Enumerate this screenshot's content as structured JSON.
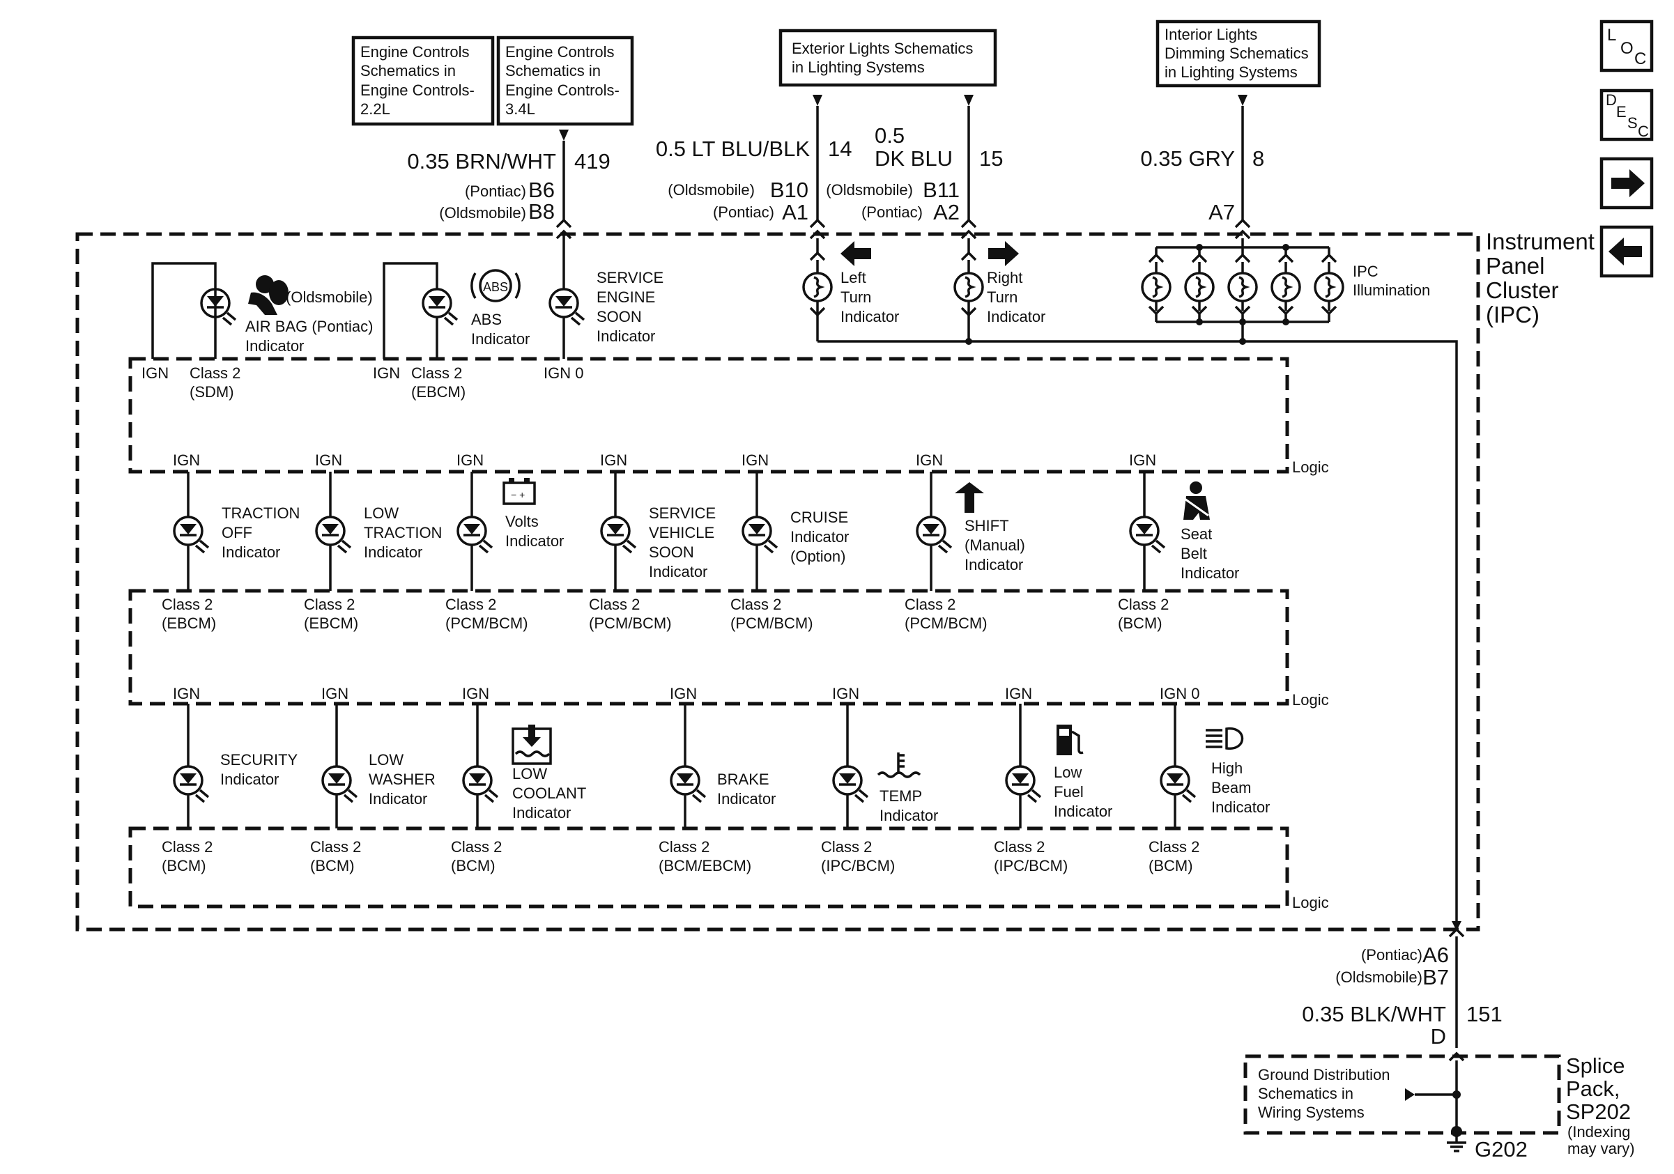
{
  "connectors": {
    "ec22": [
      "Engine Controls",
      "Schematics in",
      "Engine Controls-",
      "2.2L"
    ],
    "ec34": [
      "Engine Controls",
      "Schematics in",
      "Engine Controls-",
      "3.4L"
    ],
    "ext": [
      "Exterior Lights Schematics",
      "in Lighting Systems"
    ],
    "int": [
      "Interior Lights",
      "Dimming Schematics",
      "in Lighting Systems"
    ]
  },
  "wires": {
    "brn_wht": {
      "gauge": "0.35 BRN/WHT",
      "circuit": "419"
    },
    "lt_blu": {
      "gauge": "0.5 LT BLU/BLK",
      "circuit": "14"
    },
    "dk_blu": {
      "gauge_a": "0.5",
      "gauge_b": "DK BLU",
      "circuit": "15"
    },
    "gry": {
      "gauge": "0.35 GRY",
      "circuit": "8"
    },
    "blk_wht": {
      "gauge": "0.35 BLK/WHT",
      "circuit": "151"
    }
  },
  "pins": {
    "pontiac": "(Pontiac)",
    "oldsmobile": "(Oldsmobile)",
    "b6": "B6",
    "b8": "B8",
    "b10": "B10",
    "a1": "A1",
    "b11": "B11",
    "a2": "A2",
    "a7": "A7",
    "a6": "A6",
    "b7": "B7",
    "d": "D"
  },
  "ipc": {
    "title": [
      "Instrument",
      "Panel",
      "Cluster",
      "(IPC)"
    ]
  },
  "nav": {
    "loc_l": "L",
    "loc_o": "O",
    "loc_c": "C",
    "desc_d": "D",
    "desc_e": "E",
    "desc_s": "S",
    "desc_c": "C"
  },
  "top_row": {
    "airbag": {
      "a": "(Oldsmobile)",
      "b": "AIR BAG (Pontiac)",
      "c": "Indicator"
    },
    "abs": {
      "logo": "ABS",
      "a": "ABS",
      "b": "Indicator"
    },
    "ses": [
      "SERVICE",
      "ENGINE",
      "SOON",
      "Indicator"
    ],
    "left_turn": [
      "Left",
      "Turn",
      "Indicator"
    ],
    "right_turn": [
      "Right",
      "Turn",
      "Indicator"
    ],
    "ipc_illum": [
      "IPC",
      "Illumination"
    ],
    "ign": "IGN",
    "ign0": "IGN 0",
    "class2": "Class 2",
    "sdm": "(SDM)",
    "ebcm": "(EBCM)"
  },
  "logic_label": "Logic",
  "row2": [
    {
      "ign": "IGN",
      "label": [
        "TRACTION",
        "OFF",
        "Indicator"
      ],
      "class": "Class 2",
      "mod": "(EBCM)"
    },
    {
      "ign": "IGN",
      "label": [
        "LOW",
        "TRACTION",
        "Indicator"
      ],
      "class": "Class 2",
      "mod": "(EBCM)"
    },
    {
      "ign": "IGN",
      "label": [
        "Volts",
        "Indicator"
      ],
      "class": "Class 2",
      "mod": "(PCM/BCM)"
    },
    {
      "ign": "IGN",
      "label": [
        "SERVICE",
        "VEHICLE",
        "SOON",
        "Indicator"
      ],
      "class": "Class 2",
      "mod": "(PCM/BCM)"
    },
    {
      "ign": "IGN",
      "label": [
        "CRUISE",
        "Indicator",
        "(Option)"
      ],
      "class": "Class 2",
      "mod": "(PCM/BCM)"
    },
    {
      "ign": "IGN",
      "label": [
        "SHIFT",
        "(Manual)",
        "Indicator"
      ],
      "class": "Class 2",
      "mod": "(PCM/BCM)"
    },
    {
      "ign": "IGN",
      "label": [
        "Seat",
        "Belt",
        "Indicator"
      ],
      "class": "Class 2",
      "mod": "(BCM)"
    }
  ],
  "row3": [
    {
      "ign": "IGN",
      "label": [
        "SECURITY",
        "Indicator"
      ],
      "class": "Class 2",
      "mod": "(BCM)"
    },
    {
      "ign": "IGN",
      "label": [
        "LOW",
        "WASHER",
        "Indicator"
      ],
      "class": "Class 2",
      "mod": "(BCM)"
    },
    {
      "ign": "IGN",
      "label": [
        "LOW",
        "COOLANT",
        "Indicator"
      ],
      "class": "Class 2",
      "mod": "(BCM)"
    },
    {
      "ign": "IGN",
      "label": [
        "BRAKE",
        "Indicator"
      ],
      "class": "Class 2",
      "mod": "(BCM/EBCM)"
    },
    {
      "ign": "IGN",
      "label": [
        "TEMP",
        "Indicator"
      ],
      "class": "Class 2",
      "mod": "(IPC/BCM)"
    },
    {
      "ign": "IGN",
      "label": [
        "Low",
        "Fuel",
        "Indicator"
      ],
      "class": "Class 2",
      "mod": "(IPC/BCM)"
    },
    {
      "ign": "IGN 0",
      "label": [
        "High",
        "Beam",
        "Indicator"
      ],
      "class": "Class 2",
      "mod": "(BCM)"
    }
  ],
  "ground": {
    "box": [
      "Ground Distribution",
      "Schematics in",
      "Wiring Systems"
    ],
    "splice": [
      "Splice",
      "Pack,",
      "SP202"
    ],
    "note": [
      "(Indexing",
      "may vary)"
    ],
    "g": "G202"
  }
}
